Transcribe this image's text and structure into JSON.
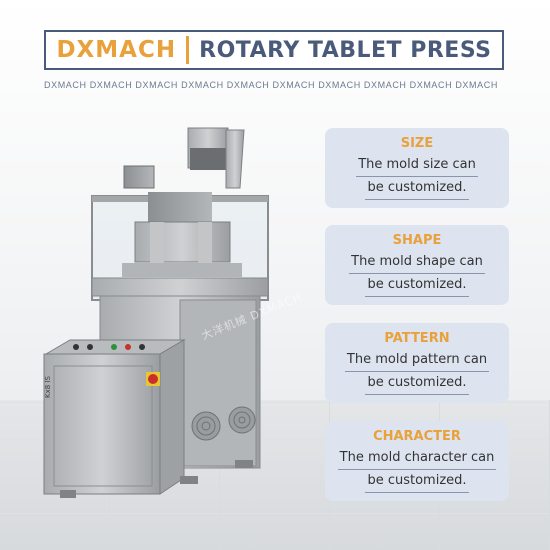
{
  "header": {
    "brand": "DXMACH",
    "product": "ROTARY TABLET PRESS",
    "repeat_line": "DXMACH DXMACH DXMACH DXMACH DXMACH DXMACH DXMACH DXMACH DXMACH DXMACH"
  },
  "cards": [
    {
      "title": "SIZE",
      "line1": "The mold size can",
      "line2": "be customized."
    },
    {
      "title": "SHAPE",
      "line1": "The mold shape can",
      "line2": "be customized."
    },
    {
      "title": "PATTERN",
      "line1": "The mold pattern can",
      "line2": "be customized."
    },
    {
      "title": "CHARACTER",
      "line1": "The mold character can",
      "line2": "be customized."
    }
  ],
  "machine": {
    "panel_label": "Kx8 IS",
    "watermark": "大洋机械 DXMACH"
  },
  "colors": {
    "accent": "#e9a13b",
    "navy": "#4a5a7a",
    "card_bg": "#dde3ef"
  }
}
